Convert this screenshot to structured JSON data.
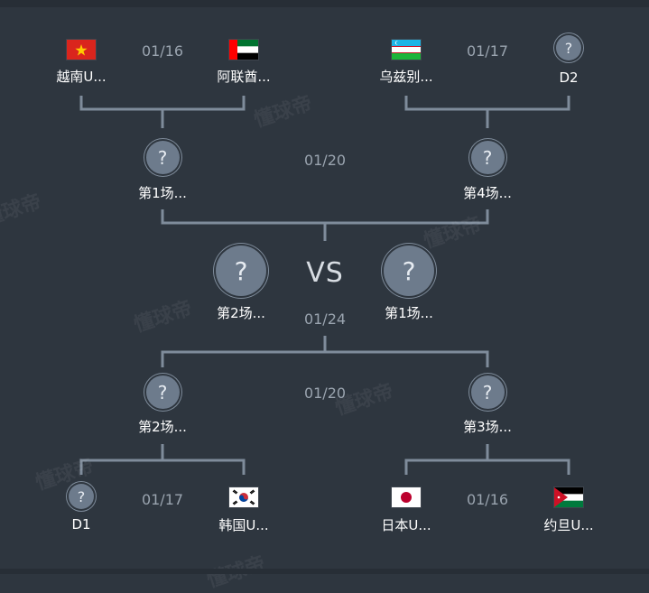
{
  "watermark": "懂球帝",
  "colors": {
    "background": "#2e363f",
    "connector": "#7f8c9b",
    "date_text": "#9aa4af",
    "unknown_badge": "#6d7b8c"
  },
  "placeholder_icon": "question-mark-icon",
  "top_left_match": {
    "date": "01/16",
    "home": {
      "label": "越南U...",
      "flag": "vietnam-flag"
    },
    "away": {
      "label": "阿联酋...",
      "flag": "uae-flag"
    }
  },
  "top_right_match": {
    "date": "01/17",
    "home": {
      "label": "乌兹别...",
      "flag": "uzbekistan-flag"
    },
    "away": {
      "label": "D2",
      "flag": "question-mark-icon"
    }
  },
  "top_semis": {
    "date": "01/20",
    "left": {
      "label": "第1场..."
    },
    "right": {
      "label": "第4场..."
    }
  },
  "final": {
    "vs": "VS",
    "date": "01/24",
    "left": {
      "label": "第2场..."
    },
    "right": {
      "label": "第1场..."
    }
  },
  "bottom_semis": {
    "date": "01/20",
    "left": {
      "label": "第2场..."
    },
    "right": {
      "label": "第3场..."
    }
  },
  "bottom_left_match": {
    "date": "01/17",
    "home": {
      "label": "D1",
      "flag": "question-mark-icon"
    },
    "away": {
      "label": "韩国U...",
      "flag": "south-korea-flag"
    }
  },
  "bottom_right_match": {
    "date": "01/16",
    "home": {
      "label": "日本U...",
      "flag": "japan-flag"
    },
    "away": {
      "label": "约旦U...",
      "flag": "jordan-flag"
    }
  }
}
